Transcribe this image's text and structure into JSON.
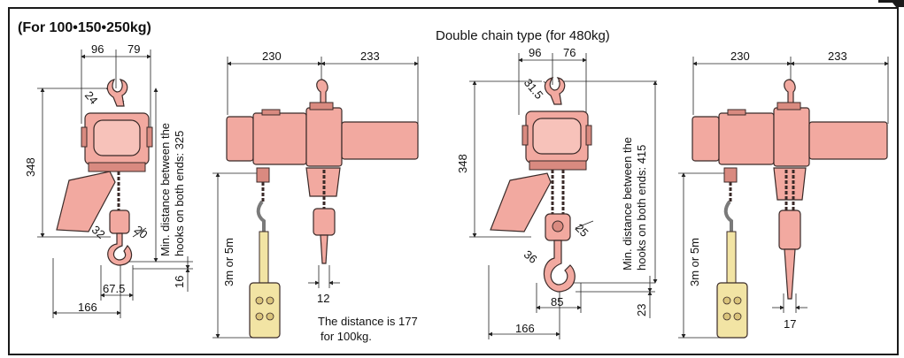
{
  "headings": {
    "small_models": "(For 100•150•250kg)",
    "double_chain": "Double chain type (for 480kg)"
  },
  "views": {
    "view1": {
      "width_left": "96",
      "width_right": "79",
      "hook_angle_top": "24",
      "height": "348",
      "hook_angle_bottom": "32",
      "hook_dim": "20",
      "offset_bottom": "16",
      "hook_width": "67.5",
      "base_width": "166",
      "min_distance_line1": "Min. distance between the",
      "min_distance_line2": "hooks on both ends: 325"
    },
    "view2": {
      "width_left": "230",
      "width_right": "233",
      "pendant_length": "3m or 5m",
      "chain_dim": "12",
      "note_line1": "The distance is 177",
      "note_line2": "for 100kg."
    },
    "view3": {
      "width_left": "96",
      "width_right": "76",
      "hook_angle_top": "31.5",
      "height": "348",
      "hook_dim": "25",
      "hook_angle_bottom": "36",
      "hook_width": "85",
      "base_width": "166",
      "offset_bottom": "23",
      "min_distance_line1": "Min. distance between the",
      "min_distance_line2": "hooks on both ends: 415"
    },
    "view4": {
      "width_left": "230",
      "width_right": "233",
      "pendant_length": "3m or 5m",
      "chain_dim": "17"
    }
  },
  "colors": {
    "body": "#f2a9a0",
    "body_dark": "#d98a80",
    "outline": "#3a2a28",
    "pendant": "#f2e4a4",
    "cable": "#7a7a7a",
    "dimension": "#222222"
  }
}
